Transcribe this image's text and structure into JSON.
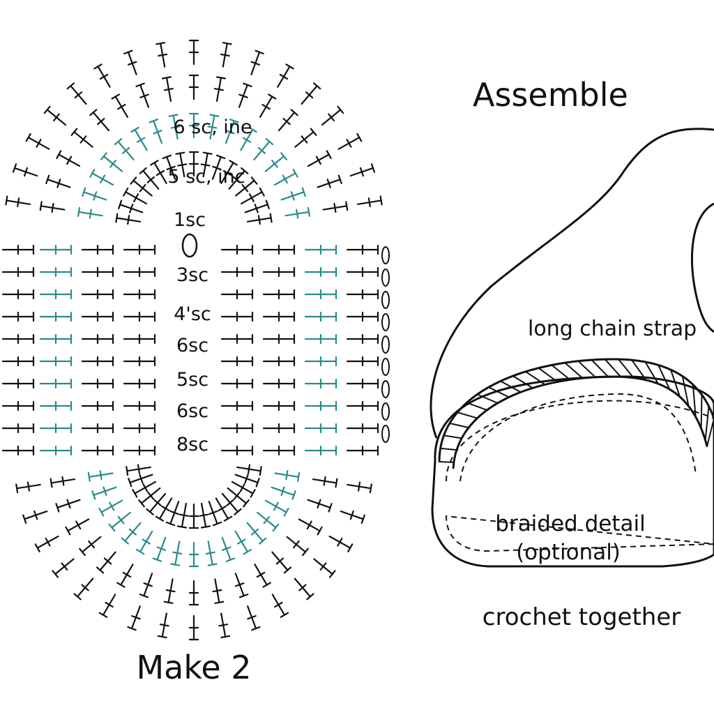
{
  "chart": {
    "round_labels": [
      "6 sc, ine",
      "5 sc, inc",
      "1sc",
      "3sc",
      "4'sc",
      "6sc",
      "5sc",
      "6sc",
      "8sc"
    ],
    "make_label": "Make 2"
  },
  "assembly": {
    "title": "Assemble",
    "strap_label": "long chain strap",
    "braid_label_line1": "braided detail",
    "braid_label_line2": "(optional)",
    "join_label": "crochet together"
  },
  "colors": {
    "ink": "#111111",
    "accent": "#2a8a8a"
  }
}
